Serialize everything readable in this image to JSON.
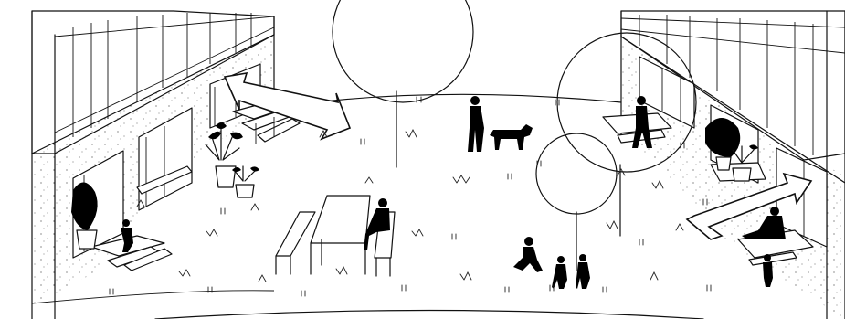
{
  "scene": {
    "type": "courtyard-illustration",
    "style": "black line drawing with silhouettes",
    "colors": {
      "line": "#111111",
      "silhouette": "#000000",
      "background": "#ffffff"
    },
    "elements": [
      "left-building",
      "right-building",
      "picnic-table",
      "tree-circles",
      "movement-arrows",
      "potted-plants",
      "people-silhouettes",
      "dog-silhouette",
      "grass-tufts"
    ]
  }
}
